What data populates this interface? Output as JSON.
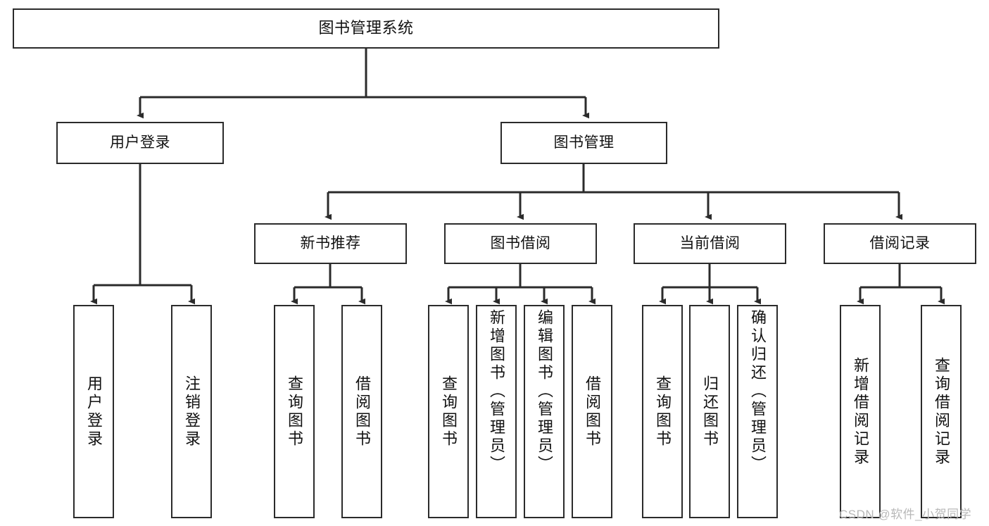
{
  "diagram": {
    "title": "图书管理系统",
    "type": "tree-hierarchy",
    "colors": {
      "box_border": "#2b2b2b",
      "box_fill": "#ffffff",
      "edge": "#2b2b2b",
      "text": "#111111",
      "watermark": "#b8b8b8",
      "background": "#ffffff"
    },
    "root": {
      "label": "图书管理系统"
    },
    "level2": [
      {
        "label": "用户登录"
      },
      {
        "label": "图书管理"
      }
    ],
    "level3": [
      {
        "label": "新书推荐"
      },
      {
        "label": "图书借阅"
      },
      {
        "label": "当前借阅"
      },
      {
        "label": "借阅记录"
      }
    ],
    "leaves": {
      "user_login": [
        {
          "label": "用户登录"
        },
        {
          "label": "注销登录"
        }
      ],
      "new_book_recommend": [
        {
          "label": "查询图书"
        },
        {
          "label": "借阅图书"
        }
      ],
      "book_borrow": [
        {
          "label": "查询图书"
        },
        {
          "label": "新增图书（管理员）"
        },
        {
          "label": "编辑图书（管理员）"
        },
        {
          "label": "借阅图书"
        }
      ],
      "current_borrow": [
        {
          "label": "查询图书"
        },
        {
          "label": "归还图书"
        },
        {
          "label": "确认归还（管理员）"
        }
      ],
      "borrow_record": [
        {
          "label": "新增借阅记录"
        },
        {
          "label": "查询借阅记录"
        }
      ]
    },
    "watermark": "CSDN @软件_小贺同学"
  }
}
